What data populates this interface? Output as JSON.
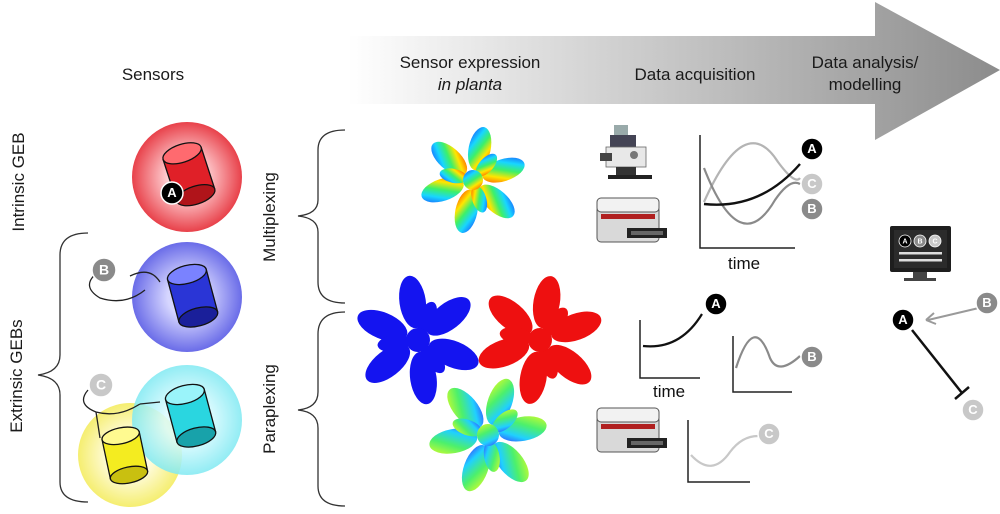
{
  "headers": {
    "sensors": "Sensors",
    "expression_line1": "Sensor expression",
    "expression_line2": "in planta",
    "acquisition": "Data acquisition",
    "analysis_line1": "Data analysis/",
    "analysis_line2": "modelling"
  },
  "side_labels": {
    "intrinsic": "Intrinsic GEB",
    "extrinsic": "Extrinsic GEBs",
    "multiplexing": "Multiplexing",
    "paraplexing": "Paraplexing"
  },
  "axis_label": "time",
  "markers": [
    "A",
    "B",
    "C"
  ],
  "colors": {
    "arrow_light": "#ffffff",
    "arrow_dark": "#8c8c8c",
    "sensor_a": "#e8323a",
    "sensor_b": "#2a35d6",
    "sensor_c_cyan": "#2ad6e0",
    "sensor_c_yellow": "#f4ec20",
    "marker_a": "#000000",
    "marker_b": "#8a8a8a",
    "marker_c": "#c8c8c8"
  }
}
